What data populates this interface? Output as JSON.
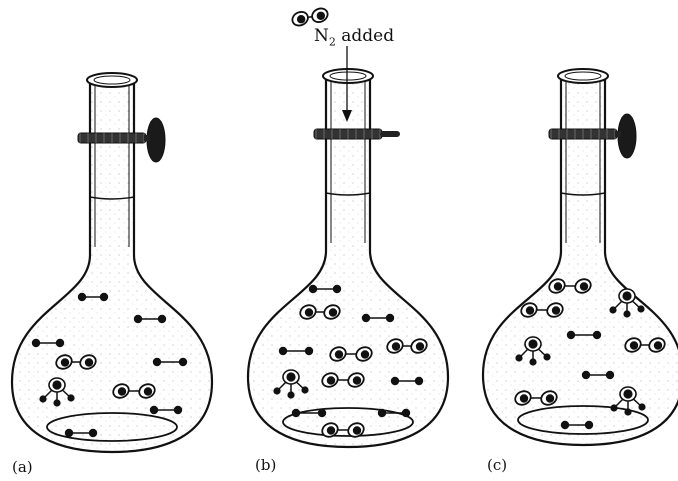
{
  "panels": [
    {
      "label": "(a)",
      "valve": "closed"
    },
    {
      "label": "(b)",
      "valve": "open"
    },
    {
      "label": "(c)",
      "valve": "closed"
    }
  ],
  "annotation": {
    "formula_base": "N",
    "formula_sub": "2",
    "text": " added"
  },
  "colors": {
    "ink": "#111111",
    "glass": "#fafafa",
    "stipple": "#bdbdbd"
  },
  "particles": {
    "molecule": "paired dots on a bond (diatomic)",
    "encircled": "paired dots with rings (N2)",
    "tripod": "central dot with three bonded dots (NH3)"
  }
}
